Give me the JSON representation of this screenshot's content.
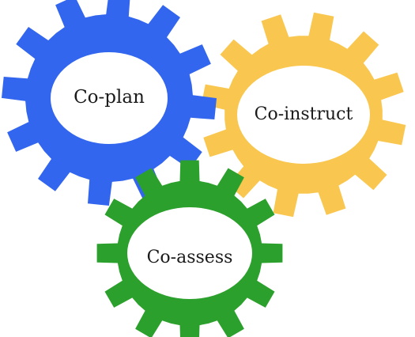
{
  "diagram": {
    "gears": [
      {
        "label": "Co-plan",
        "color": "#3366EE"
      },
      {
        "label": "Co-instruct",
        "color": "#F9C74F"
      },
      {
        "label": "Co-assess",
        "color": "#2CA02C"
      }
    ]
  }
}
